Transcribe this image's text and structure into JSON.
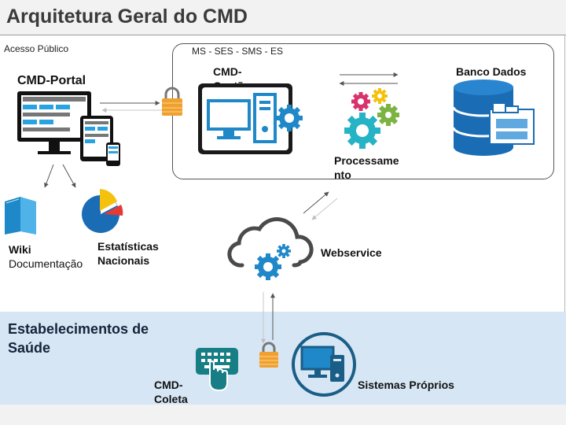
{
  "slide": {
    "title": "Arquitetura Geral do CMD"
  },
  "zones": {
    "public_access": "Acesso Público",
    "ministry": "MS - SES - SMS - ES",
    "health_establishments_line1": "Estabelecimentos de",
    "health_establishments_line2": "Saúde"
  },
  "nodes": {
    "portal": "CMD-Portal",
    "gestao_line1": "CMD-",
    "gestao_line2": "Gestão",
    "banco_dados": "Banco Dados",
    "processamento_line1": "Processame",
    "processamento_line2": "nto",
    "webservice": "Webservice",
    "wiki_line1": "Wiki",
    "wiki_line2": "Documentação",
    "estatisticas_line1": "Estatísticas",
    "estatisticas_line2": "Nacionais",
    "coleta_line1": "CMD-",
    "coleta_line2": "Coleta",
    "sistemas_proprios": "Sistemas Próprios"
  },
  "colors": {
    "accent_blue": "#1e88c9",
    "lock_orange": "#f0a030",
    "db_blue": "#1a6db5",
    "health_band": "#d6e6f4"
  },
  "icons": [
    "devices-icon",
    "lock-icon",
    "computer-gear-icon",
    "gears-icon",
    "database-icon",
    "cloud-gear-icon",
    "book-icon",
    "pie-chart-icon",
    "keyboard-hand-icon",
    "computer-circle-icon"
  ]
}
